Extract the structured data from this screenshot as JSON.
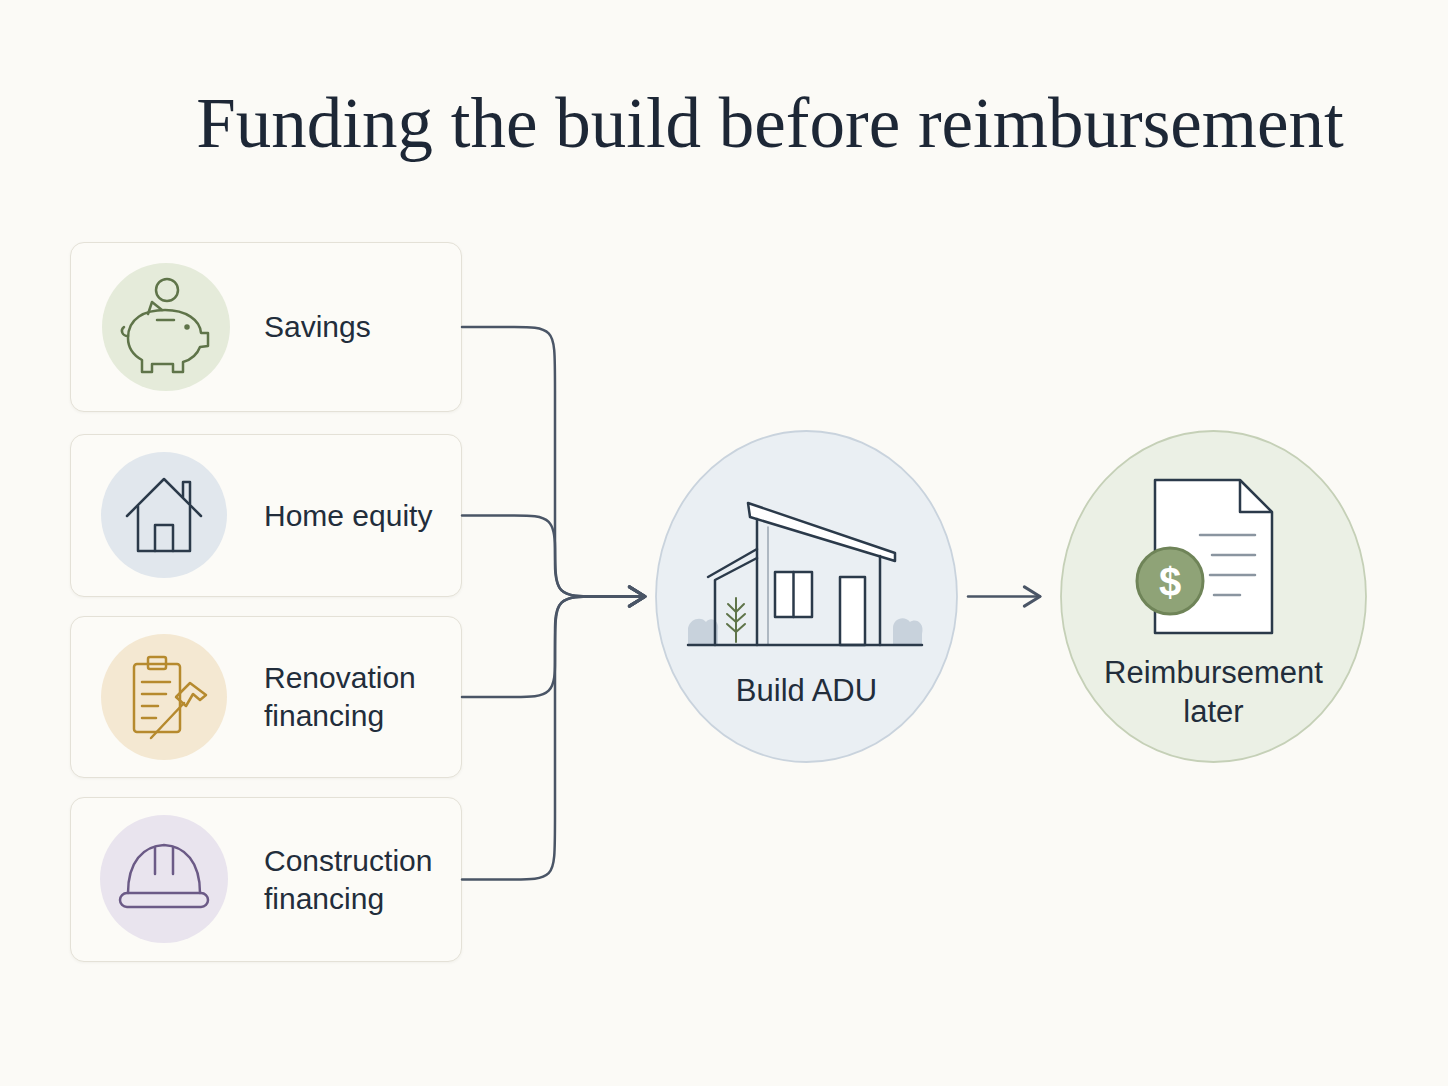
{
  "diagram": {
    "title": "Funding the build before reimbursement",
    "nodes": [
      {
        "text": [
          "Savings"
        ]
      },
      {
        "text": [
          "Home equity"
        ]
      },
      {
        "text": [
          "Renovation financing"
        ]
      },
      {
        "text": [
          "Construction financing"
        ]
      },
      {
        "text": [
          "Build ADU"
        ]
      },
      {
        "text": [
          "Reimbursement later"
        ]
      }
    ],
    "edges": [
      {
        "from": 0,
        "to": 4,
        "arrow": "to"
      },
      {
        "from": 1,
        "to": 4,
        "arrow": "to"
      },
      {
        "from": 2,
        "to": 4,
        "arrow": "to"
      },
      {
        "from": 3,
        "to": 4,
        "arrow": "to"
      },
      {
        "from": 4,
        "to": 5,
        "arrow": "to"
      }
    ],
    "labels": [
      "$"
    ]
  }
}
